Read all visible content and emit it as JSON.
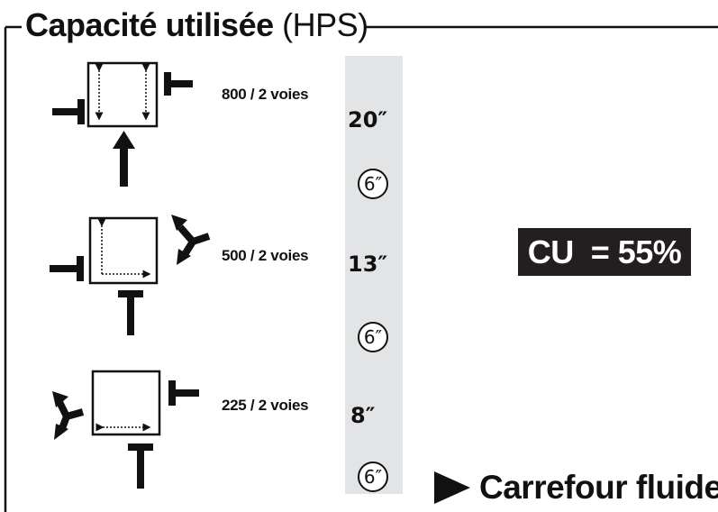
{
  "title": {
    "bold": "Capacité utilisée",
    "light": "(HPS)"
  },
  "phases": [
    {
      "flow": "800 / 2 voies",
      "time": "20″",
      "clearance": "6″"
    },
    {
      "flow": "500 / 2 voies",
      "time": "13″",
      "clearance": "6″"
    },
    {
      "flow": "225 / 2 voies",
      "time": "8″",
      "clearance": "6″"
    }
  ],
  "cu": {
    "label": "CU",
    "value": "= 55%"
  },
  "result": {
    "text": "Carrefour fluide"
  },
  "colors": {
    "ink": "#231f20",
    "column": "#e3e4e6",
    "background": "#ffffff"
  }
}
